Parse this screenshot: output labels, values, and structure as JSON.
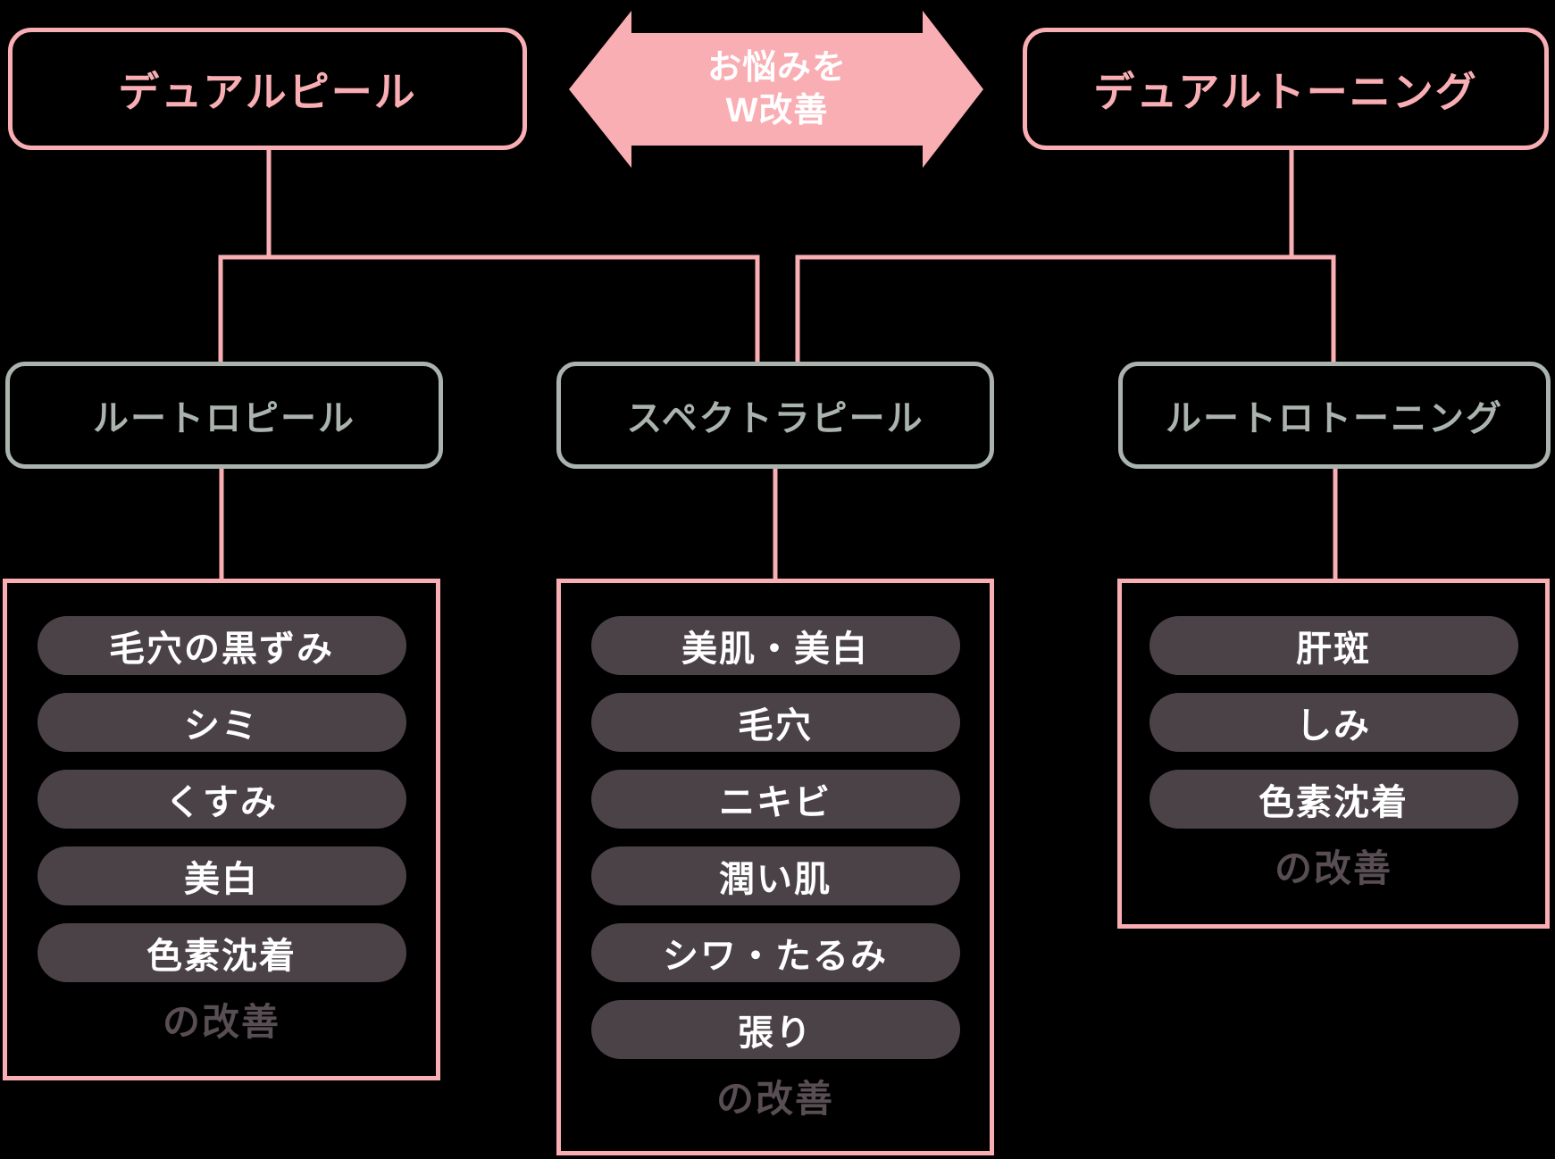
{
  "colors": {
    "accent_pink": "#f9aeb4",
    "node_gray": "#aab3ad",
    "pill_background": "#4b4247",
    "pill_text": "#ffffff",
    "improve_text": "#574d52",
    "background": "#000000"
  },
  "top": {
    "left_box": {
      "label": "デュアルピール"
    },
    "right_box": {
      "label": "デュアルトーニング"
    },
    "arrow": {
      "line1": "お悩みを",
      "line2": "W改善"
    }
  },
  "mid": {
    "boxes": [
      {
        "label": "ルートロピール"
      },
      {
        "label": "スペクトラピール"
      },
      {
        "label": "ルートロトーニング"
      }
    ]
  },
  "containers": [
    {
      "items": [
        "毛穴の黒ずみ",
        "シミ",
        "くすみ",
        "美白",
        "色素沈着"
      ],
      "footer": "の改善"
    },
    {
      "items": [
        "美肌・美白",
        "毛穴",
        "ニキビ",
        "潤い肌",
        "シワ・たるみ",
        "張り"
      ],
      "footer": "の改善"
    },
    {
      "items": [
        "肝斑",
        "しみ",
        "色素沈着"
      ],
      "footer": "の改善"
    }
  ]
}
